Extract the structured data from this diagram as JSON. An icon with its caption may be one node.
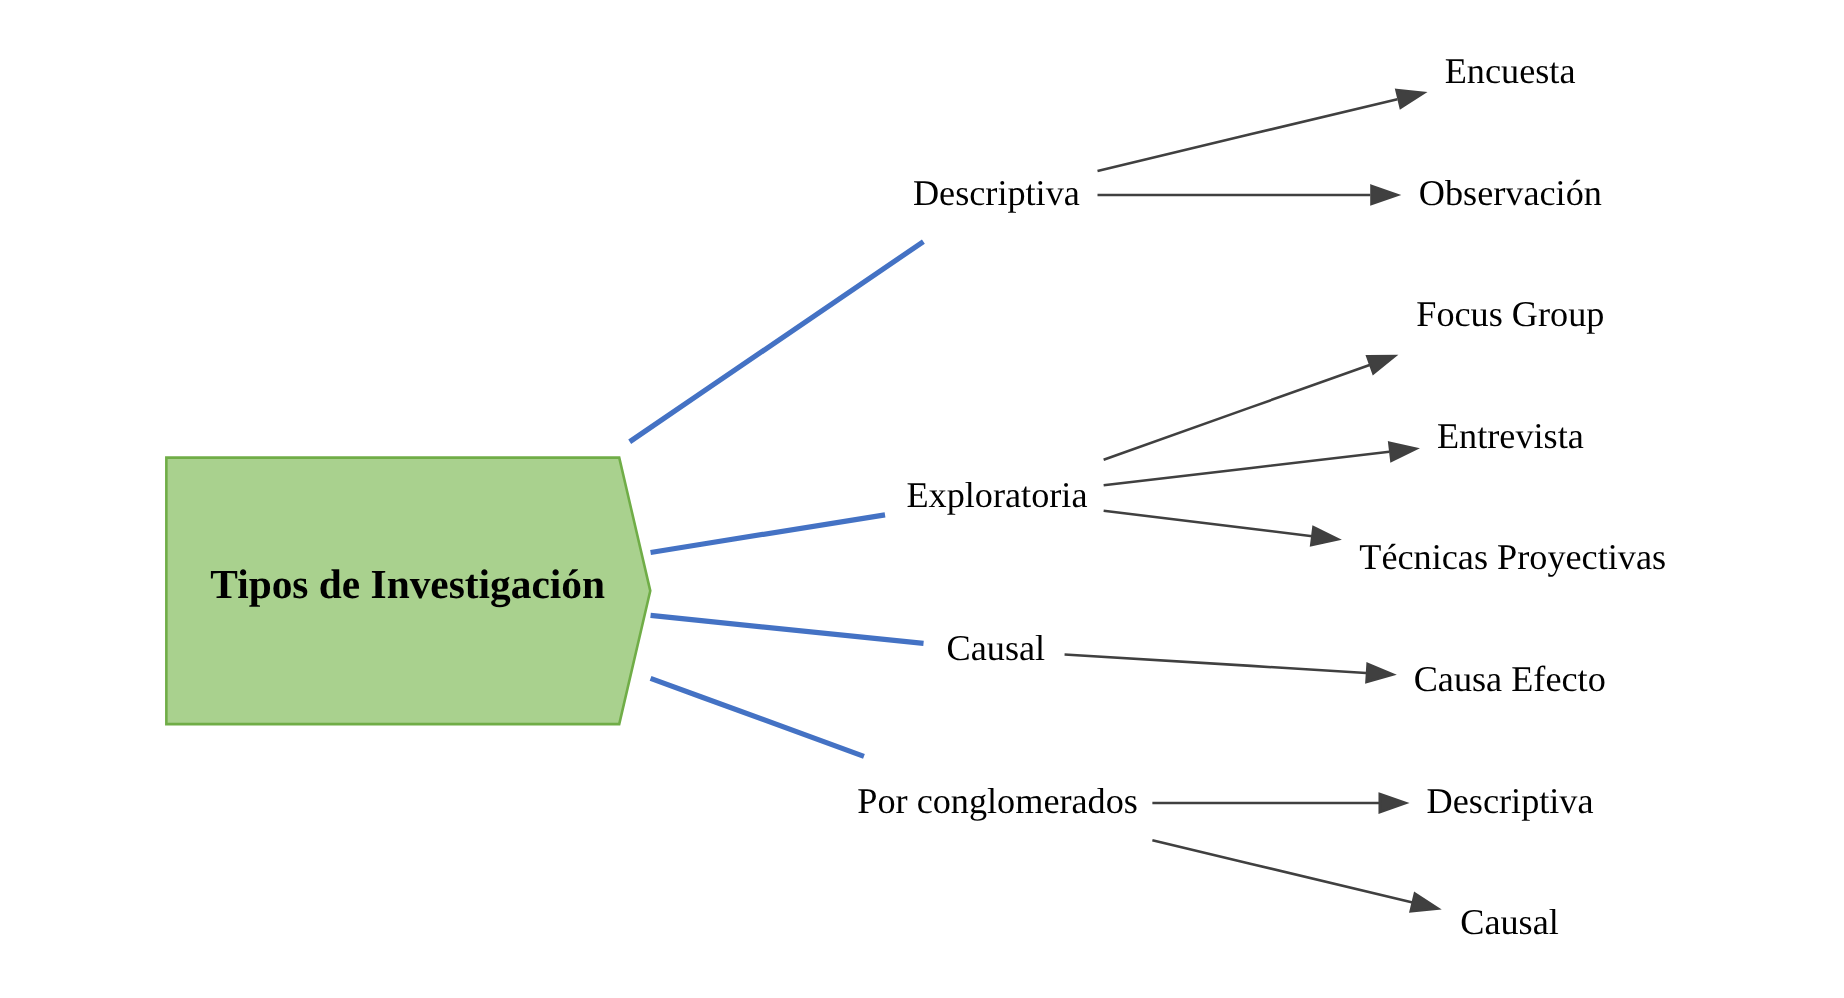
{
  "diagram": {
    "nodes": [
      {
        "text": [
          "Tipos de Investigación"
        ]
      },
      {
        "text": [
          "Descriptiva"
        ]
      },
      {
        "text": [
          "Encuesta"
        ]
      },
      {
        "text": [
          "Observación"
        ]
      },
      {
        "text": [
          "Exploratoria"
        ]
      },
      {
        "text": [
          "Focus Group"
        ]
      },
      {
        "text": [
          "Entrevista"
        ]
      },
      {
        "text": [
          "Técnicas Proyectivas"
        ]
      },
      {
        "text": [
          "Causal"
        ]
      },
      {
        "text": [
          "Causa Efecto"
        ]
      },
      {
        "text": [
          "Por conglomerados"
        ]
      },
      {
        "text": [
          "Descriptiva"
        ]
      },
      {
        "text": [
          "Causal"
        ]
      }
    ],
    "edges": [
      {
        "from": 0,
        "to": 1,
        "arrow": "none",
        "color": "#4472c4"
      },
      {
        "from": 0,
        "to": 4,
        "arrow": "none",
        "color": "#4472c4"
      },
      {
        "from": 0,
        "to": 8,
        "arrow": "none",
        "color": "#4472c4"
      },
      {
        "from": 0,
        "to": 10,
        "arrow": "none",
        "color": "#4472c4"
      },
      {
        "from": 1,
        "to": 2,
        "arrow": "to"
      },
      {
        "from": 1,
        "to": 3,
        "arrow": "to"
      },
      {
        "from": 4,
        "to": 5,
        "arrow": "to"
      },
      {
        "from": 4,
        "to": 6,
        "arrow": "to"
      },
      {
        "from": 4,
        "to": 7,
        "arrow": "to"
      },
      {
        "from": 8,
        "to": 9,
        "arrow": "to"
      },
      {
        "from": 10,
        "to": 11,
        "arrow": "to"
      },
      {
        "from": 10,
        "to": 12,
        "arrow": "to"
      }
    ]
  }
}
